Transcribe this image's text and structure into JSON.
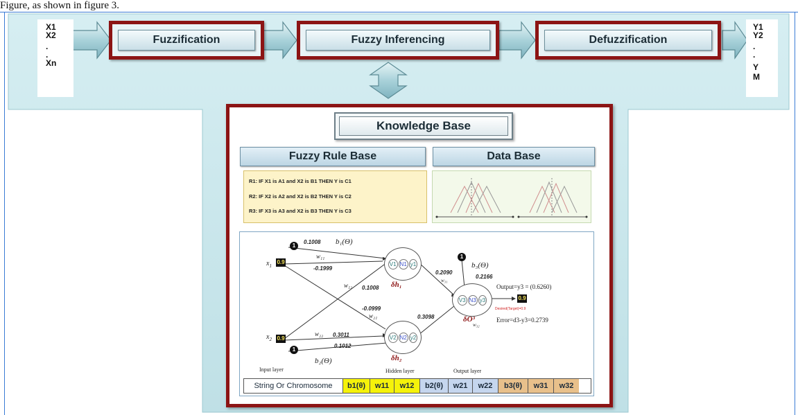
{
  "caption": "Figure, as shown in figure 3.",
  "inputs": [
    "X1",
    "X2",
    ".",
    ".",
    "Xn"
  ],
  "outputs": [
    "Y1",
    "Y2",
    ".",
    ".",
    "Y",
    "M"
  ],
  "stages": {
    "fuzzification": "Fuzzification",
    "inferencing": "Fuzzy Inferencing",
    "defuzzification": "Defuzzification"
  },
  "knowledge_base": {
    "title": "Knowledge Base",
    "rule_base_title": "Fuzzy  Rule Base",
    "data_base_title": "Data Base",
    "rules": [
      "R1: IF X1 is A1 and  X2 is B1 THEN Y is C1",
      "R2: IF X2 is A2 and  X2 is B2 THEN Y is C2",
      "R3: IF X3 is A3 and  X2 is B3 THEN Y is C3"
    ]
  },
  "network": {
    "bias_input_top": "1",
    "bias_input_bottom": "1",
    "bias_output": "1",
    "x1_label": "x",
    "x1_sub": "1",
    "x2_label": "x",
    "x2_sub": "2",
    "x1_value": "0.9",
    "x2_value": "0.9",
    "b1": "b₁(Θ)",
    "b2": "b₂(Θ)",
    "b3": "b₃(Θ)",
    "weights": {
      "b1_w": "0.1008",
      "w11": "-0.1999",
      "w12": "0.1008",
      "w21": "-0.0999",
      "w22": "0.3011",
      "b2_w": "0.1012",
      "w31": "0.2090",
      "w32": "0.3098",
      "b3_w": "0.2166"
    },
    "wsym": {
      "w11": "w₁₁",
      "w12": "w₁₂",
      "w21": "w₂₁",
      "w22": "w₂₂",
      "w31": "w₃₁",
      "w32": "w₃₂"
    },
    "neuron1": [
      "V1",
      "N1",
      "y1"
    ],
    "neuron2": [
      "V2",
      "N2",
      "y2"
    ],
    "neuron3": [
      "V3",
      "N3",
      "y3"
    ],
    "delta1": "δh₁",
    "delta2": "δh₂",
    "delta3": "δO³",
    "output_text": "Output=y3 = (0.6260)",
    "target_value": "0.9",
    "desired_text": "Desired(Target)=0.9",
    "error_text": "Error=d3-y3=0.2739",
    "input_layer": "Input layer",
    "hidden_layer": "Hidden layer",
    "output_layer": "Output layer"
  },
  "chromosome": {
    "label": "String Or Chromosome",
    "cells": [
      {
        "text": "b1(θ)",
        "color": "#f5f20a"
      },
      {
        "text": "w11",
        "color": "#f5f20a"
      },
      {
        "text": "w12",
        "color": "#f5f20a"
      },
      {
        "text": "b2(θ)",
        "color": "#c5d6ee"
      },
      {
        "text": "w21",
        "color": "#c5d6ee"
      },
      {
        "text": "w22",
        "color": "#c5d6ee"
      },
      {
        "text": "b3(θ)",
        "color": "#e8c08b"
      },
      {
        "text": "w31",
        "color": "#e8c08b"
      },
      {
        "text": "w32",
        "color": "#e8c08b"
      }
    ]
  },
  "colors": {
    "frame_red": "#8c1414",
    "panel_teal": "#c5e5ea",
    "arrow_fill": "#9ec8d0"
  }
}
